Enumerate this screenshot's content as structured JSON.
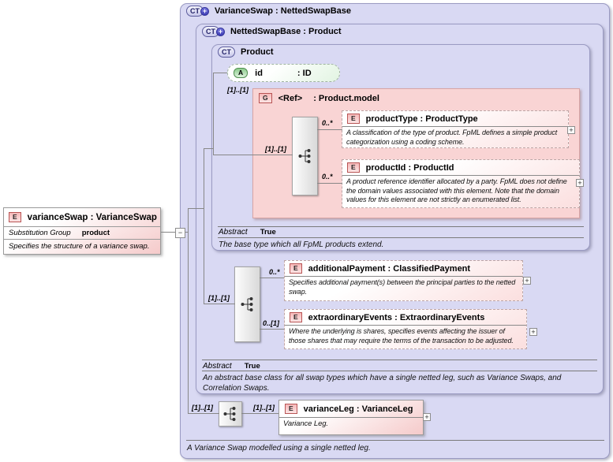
{
  "icons": {
    "ct": "CT",
    "e": "E",
    "a": "A",
    "g": "G",
    "plus": "+",
    "minus": "−",
    "expand": "+"
  },
  "left_element": {
    "title": "varianceSwap : VarianceSwap",
    "substitution_label": "Substitution Group",
    "substitution_value": "product",
    "annotation": "Specifies the structure of a variance swap."
  },
  "variance_swap_ct": {
    "title": "VarianceSwap : NettedSwapBase",
    "caption": "A Variance Swap modelled using a single netted leg.",
    "variance_leg": {
      "cardinality_left": "[1]..[1]",
      "cardinality_right": "[1]..[1]",
      "title": "varianceLeg : VarianceLeg",
      "annotation": "Variance Leg."
    }
  },
  "netted_swap_base_ct": {
    "title": "NettedSwapBase : Product",
    "sequence_cardinality": "[1]..[1]",
    "abstract_label": "Abstract",
    "abstract_value": "True",
    "annotation": "An abstract base class for all swap types which have a single netted leg, such as Variance Swaps, and Correlation Swaps.",
    "additional_payment": {
      "cardinality": "0..*",
      "title": "additionalPayment : ClassifiedPayment",
      "annotation": "Specifies additional payment(s) between the principal parties to the netted swap."
    },
    "extraordinary_events": {
      "cardinality": "0..[1]",
      "title": "extraordinaryEvents : ExtraordinaryEvents",
      "annotation": "Where the underlying is shares, specifies events affecting the issuer of those shares that may require the terms of the transaction to be adjusted."
    }
  },
  "product_ct": {
    "title": "Product",
    "attribute_id": {
      "name": "id",
      "type": ": ID"
    },
    "model_group": {
      "cardinality": "[1]..[1]",
      "name": "<Ref>",
      "type": ": Product.model",
      "sequence_cardinality": "[1]..[1]",
      "product_type": {
        "cardinality": "0..*",
        "title": "productType : ProductType",
        "annotation": "A classification of the type of product. FpML defines a simple product categorization using a coding scheme."
      },
      "product_id": {
        "cardinality": "0..*",
        "title": "productId : ProductId",
        "annotation": "A product reference identifier allocated by a party. FpML does not define the domain values associated with this element. Note that the domain values for this element are not strictly an enumerated list."
      }
    },
    "abstract_label": "Abstract",
    "abstract_value": "True",
    "annotation": "The base type which all FpML products extend."
  }
}
